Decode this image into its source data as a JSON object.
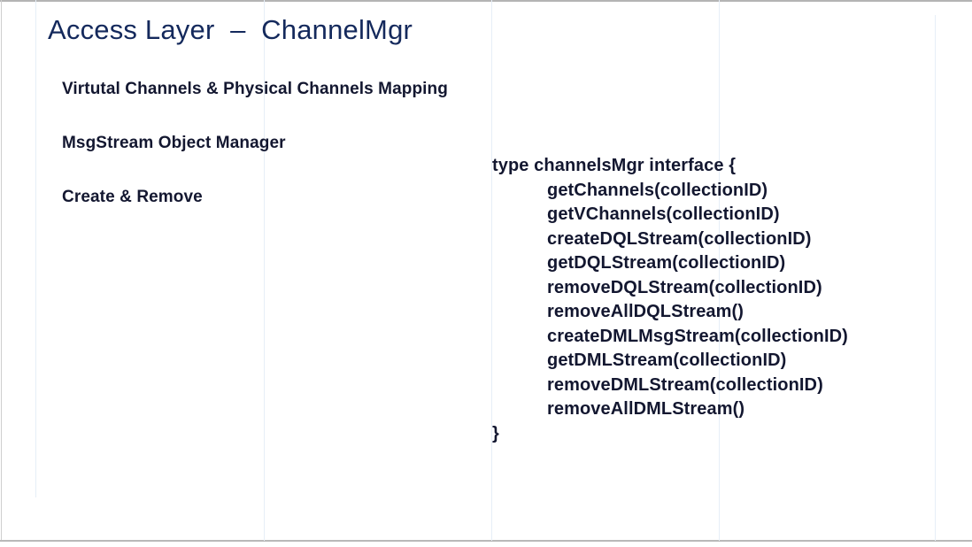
{
  "slide": {
    "title": "Access Layer  –  ChannelMgr",
    "title_color": "#14295c",
    "body_color": "#131730",
    "background_color": "#ffffff",
    "guide_line_color": "#e6eef7",
    "frame_color": "#b4b4b4"
  },
  "bullets": [
    {
      "label": "Virtutal Channels & Physical Channels Mapping"
    },
    {
      "label": "MsgStream Object Manager"
    },
    {
      "label": "Create & Remove"
    }
  ],
  "code": {
    "lines": [
      {
        "text": "type channelsMgr interface {",
        "indent": false
      },
      {
        "text": "getChannels(collectionID)",
        "indent": true
      },
      {
        "text": "getVChannels(collectionID)",
        "indent": true
      },
      {
        "text": "createDQLStream(collectionID)",
        "indent": true
      },
      {
        "text": "getDQLStream(collectionID)",
        "indent": true
      },
      {
        "text": "removeDQLStream(collectionID)",
        "indent": true
      },
      {
        "text": "removeAllDQLStream()",
        "indent": true
      },
      {
        "text": "createDMLMsgStream(collectionID)",
        "indent": true
      },
      {
        "text": "getDMLStream(collectionID)",
        "indent": true
      },
      {
        "text": "removeDMLStream(collectionID)",
        "indent": true
      },
      {
        "text": "removeAllDMLStream()",
        "indent": true
      },
      {
        "text": "}",
        "indent": false
      }
    ]
  }
}
